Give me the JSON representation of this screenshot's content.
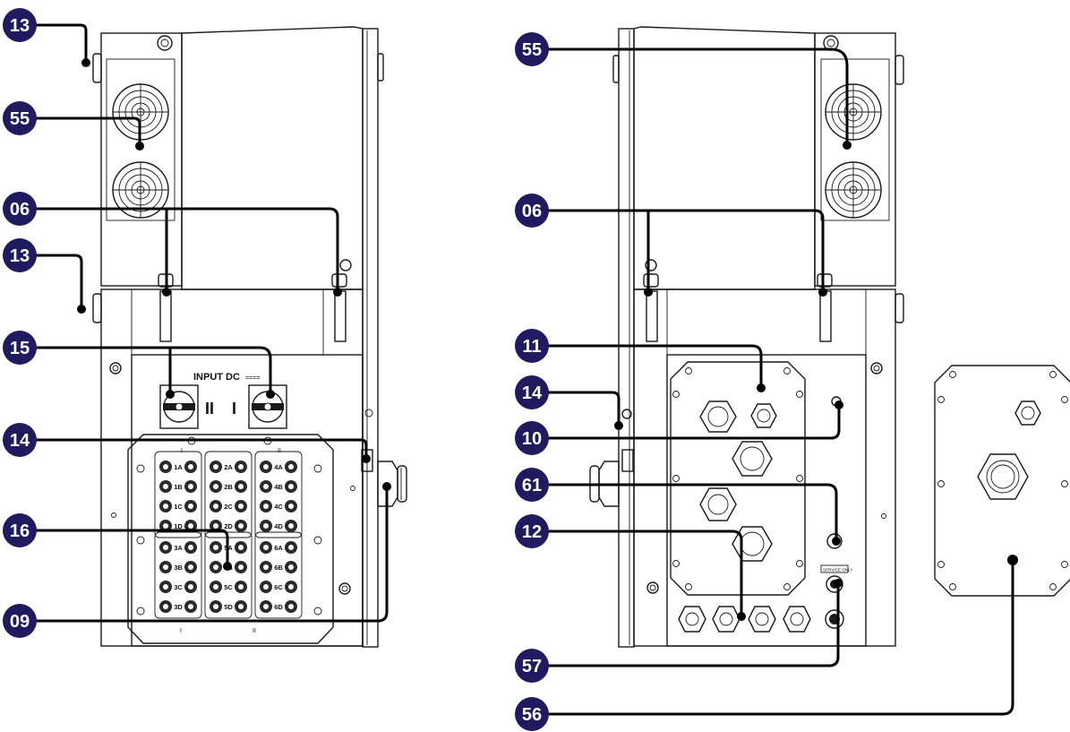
{
  "view_left": {
    "panel_title": "INPUT DC",
    "panel_title_suffix": "====",
    "switch_labels": [
      "II",
      "I"
    ],
    "string_groups": [
      {
        "id": "I",
        "strings": [
          "1A",
          "1B",
          "1C",
          "1D"
        ]
      },
      {
        "id": "I",
        "strings": [
          "2A",
          "2B",
          "2C",
          "2D"
        ]
      },
      {
        "id": "II",
        "strings": [
          "4A",
          "4B",
          "4C",
          "4D"
        ]
      },
      {
        "id": "I",
        "strings": [
          "3A",
          "3B",
          "3C",
          "3D"
        ]
      },
      {
        "id": "II",
        "strings": [
          "5A",
          "5B",
          "5C",
          "5D"
        ]
      },
      {
        "id": "II",
        "strings": [
          "6A",
          "6B",
          "6C",
          "6D"
        ]
      }
    ],
    "group_marks": [
      "I",
      "II",
      "I",
      "II"
    ]
  },
  "view_right": {
    "service_label": "SERVICE ONLY"
  },
  "callouts": [
    {
      "id": "c-13a",
      "label": "13"
    },
    {
      "id": "c-55a",
      "label": "55"
    },
    {
      "id": "c-06a",
      "label": "06"
    },
    {
      "id": "c-13b",
      "label": "13"
    },
    {
      "id": "c-15",
      "label": "15"
    },
    {
      "id": "c-14a",
      "label": "14"
    },
    {
      "id": "c-16",
      "label": "16"
    },
    {
      "id": "c-09",
      "label": "09"
    },
    {
      "id": "c-55b",
      "label": "55"
    },
    {
      "id": "c-06b",
      "label": "06"
    },
    {
      "id": "c-11",
      "label": "11"
    },
    {
      "id": "c-14b",
      "label": "14"
    },
    {
      "id": "c-10",
      "label": "10"
    },
    {
      "id": "c-61",
      "label": "61"
    },
    {
      "id": "c-12",
      "label": "12"
    },
    {
      "id": "c-57",
      "label": "57"
    },
    {
      "id": "c-56",
      "label": "56"
    }
  ]
}
